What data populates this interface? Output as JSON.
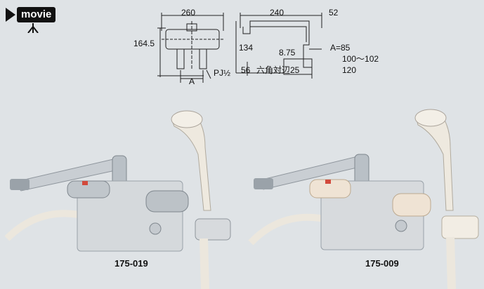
{
  "badge": {
    "label": "movie"
  },
  "dimensions": {
    "width_total": "260",
    "height_total": "164.5",
    "inlet_thread": "PJ½",
    "center_label": "A",
    "side_width": "240",
    "side_offset": "52",
    "side_height": "134",
    "spout_offset": "8.75",
    "base_height": "56",
    "hex_label": "六角対辺25",
    "a_values": [
      "A=85",
      "100～102",
      "120"
    ]
  },
  "products": [
    {
      "code": "175-019",
      "finish": "chrome"
    },
    {
      "code": "175-009",
      "finish": "ivory"
    }
  ],
  "colors": {
    "background": "#dfe3e6",
    "ink": "#111111",
    "chrome": "#c9ced3",
    "ivory": "#efe9df"
  }
}
